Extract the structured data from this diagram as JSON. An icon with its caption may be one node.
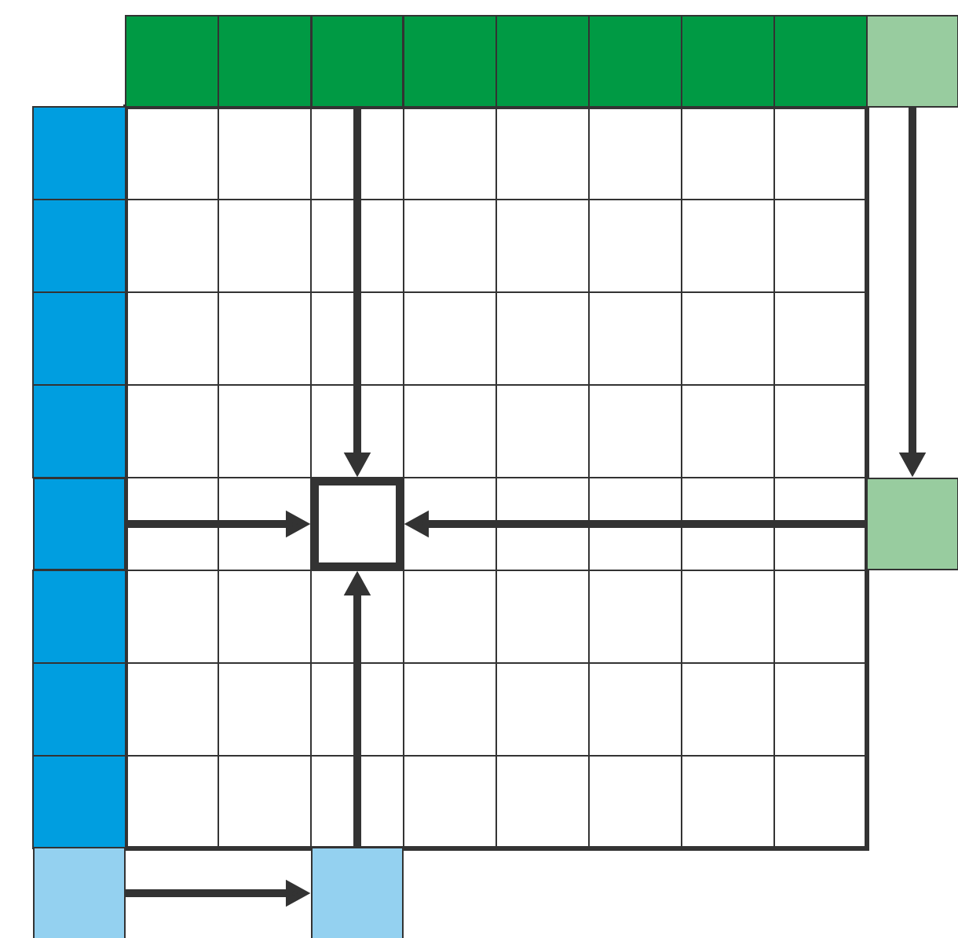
{
  "diagram": {
    "nodes": [
      {
        "text": [],
        "shape": "box"
      },
      {
        "text": [],
        "shape": "box"
      },
      {
        "text": [],
        "shape": "box"
      },
      {
        "text": [],
        "shape": "box"
      },
      {
        "text": [],
        "shape": "box"
      },
      {
        "text": [],
        "shape": "box"
      },
      {
        "text": [],
        "shape": "box"
      }
    ],
    "edges": [
      {
        "from": 0,
        "to": 3,
        "arrow": "to"
      },
      {
        "from": 1,
        "to": 4,
        "arrow": "to"
      },
      {
        "from": 2,
        "to": 3,
        "arrow": "to"
      },
      {
        "from": 4,
        "to": 3,
        "arrow": "to"
      },
      {
        "from": 6,
        "to": 3,
        "arrow": "to"
      },
      {
        "from": 5,
        "to": 6,
        "arrow": "to"
      }
    ]
  }
}
